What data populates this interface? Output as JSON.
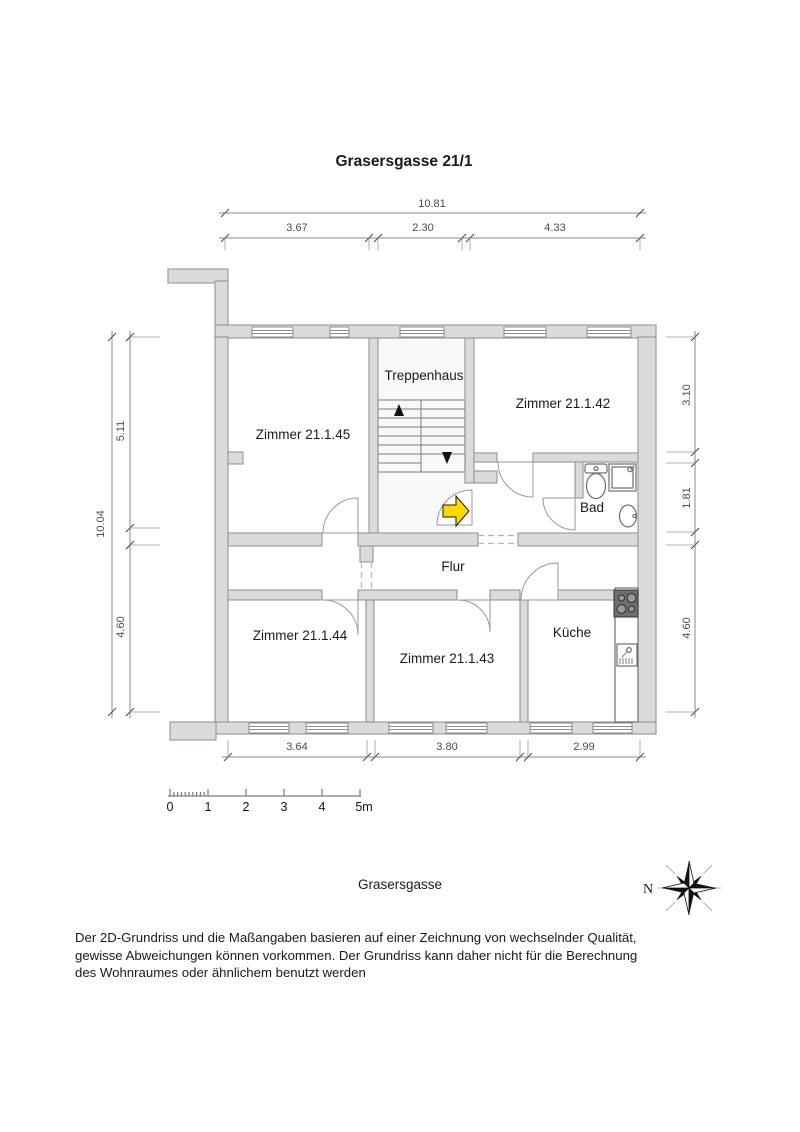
{
  "title": "Grasersgasse 21/1",
  "rooms": {
    "zimmer_45": "Zimmer 21.1.45",
    "treppenhaus": "Treppenhaus",
    "zimmer_42": "Zimmer 21.1.42",
    "bad": "Bad",
    "flur": "Flur",
    "zimmer_44": "Zimmer 21.1.44",
    "zimmer_43": "Zimmer 21.1.43",
    "kueche": "Küche"
  },
  "dimensions": {
    "top": {
      "total": "10.81",
      "segments": [
        "3.67",
        "2.30",
        "4.33"
      ]
    },
    "left": {
      "total": "10.04",
      "segments": [
        "5.11",
        "4.60"
      ]
    },
    "right": {
      "segments": [
        "3.10",
        "1.81",
        "4.60"
      ]
    },
    "bottom": {
      "segments": [
        "3.64",
        "3.80",
        "2.99"
      ]
    }
  },
  "scale_bar": {
    "labels": [
      "0",
      "1",
      "2",
      "3",
      "4",
      "5m"
    ]
  },
  "street_label": "Grasersgasse",
  "compass": {
    "north_label": "N"
  },
  "disclaimer": {
    "line1": "Der 2D-Grundriss und die Maßangaben basieren auf einer Zeichnung von wechselnder Qualität,",
    "line2": "gewisse Abweichungen können vorkommen. Der Grundriss kann daher nicht für die Berechnung",
    "line3": "des Wohnraumes oder ähnlichem benutzt werden"
  },
  "colors": {
    "wall_fill": "#dadbdc",
    "entrance_arrow": "#ffd800",
    "stove": "#6e6e6e"
  }
}
